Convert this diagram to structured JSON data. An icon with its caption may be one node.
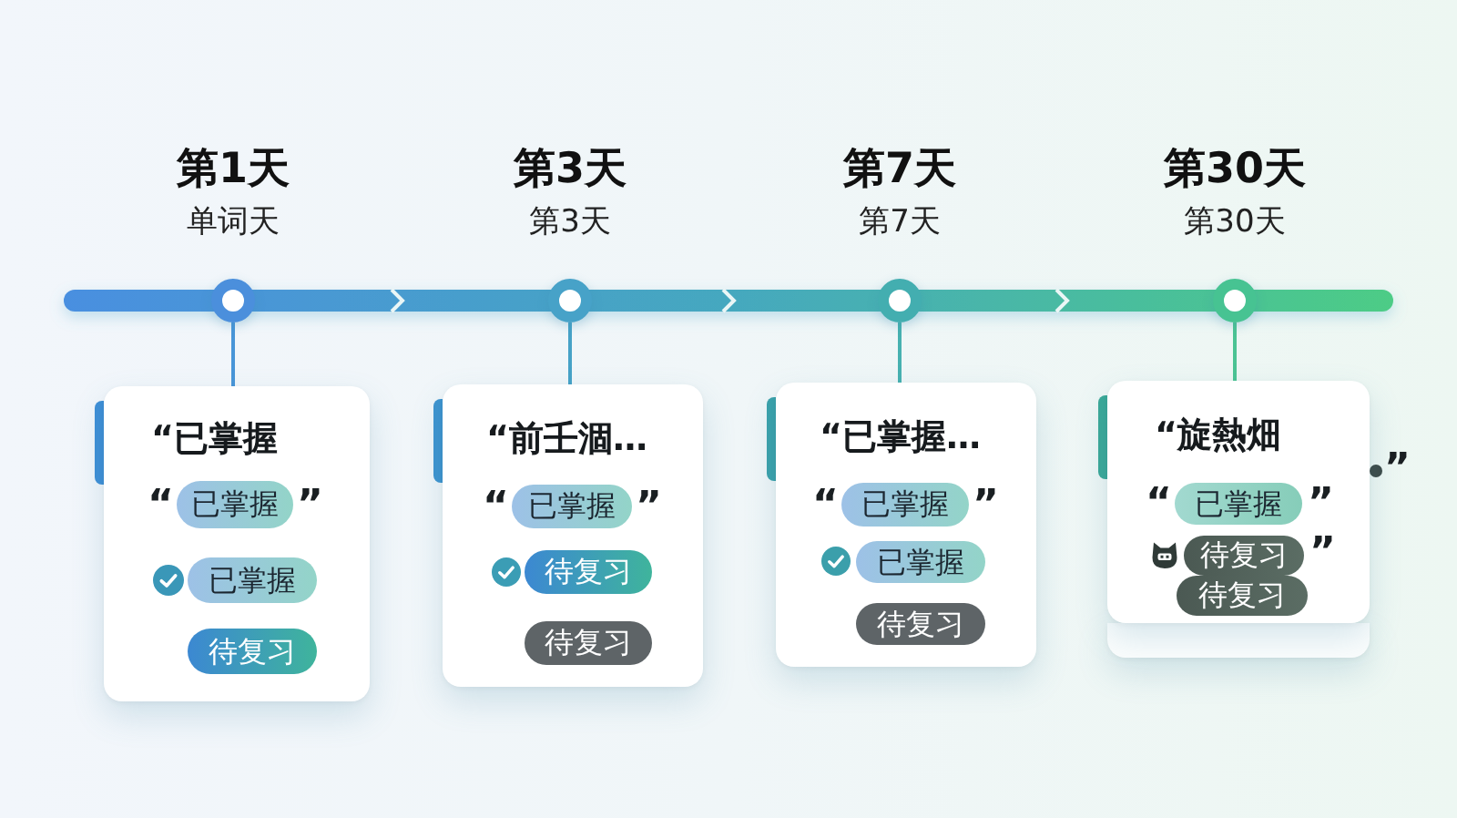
{
  "diagram": {
    "nodes": [
      {
        "text": [],
        "shape": "circle",
        "beside": [
          "第1天",
          "单词天"
        ]
      },
      {
        "text": [
          "“已掌握"
        ]
      },
      {
        "text": [
          "已掌握"
        ],
        "in": 1,
        "beside": [
          "“",
          "”"
        ]
      },
      {
        "text": [
          "已掌握"
        ],
        "in": 1
      },
      {
        "text": [
          "待复习"
        ],
        "in": 1
      },
      {
        "text": [],
        "shape": "circle",
        "beside": [
          "第3天",
          "第3天"
        ]
      },
      {
        "text": [
          "“前壬涸…"
        ]
      },
      {
        "text": [
          "已掌握"
        ],
        "in": 6,
        "beside": [
          "“",
          "”"
        ]
      },
      {
        "text": [
          "待复习"
        ],
        "in": 6
      },
      {
        "text": [
          "待复习"
        ],
        "in": 6
      },
      {
        "text": [],
        "shape": "circle",
        "beside": [
          "第7天",
          "第7天"
        ]
      },
      {
        "text": [
          "“已掌握…"
        ]
      },
      {
        "text": [
          "已掌握"
        ],
        "in": 11,
        "beside": [
          "“",
          "”"
        ]
      },
      {
        "text": [
          "已掌握"
        ],
        "in": 11
      },
      {
        "text": [
          "待复习"
        ],
        "in": 11
      },
      {
        "text": [],
        "shape": "circle",
        "beside": [
          "第30天",
          "第30天"
        ]
      },
      {
        "text": [
          "“旋熱畑"
        ]
      },
      {
        "text": [
          "已掌握"
        ],
        "in": 16,
        "beside": [
          "“",
          "”"
        ]
      },
      {
        "text": [
          "待复习"
        ],
        "in": 16,
        "beside": [
          "”"
        ]
      },
      {
        "text": [
          "待复习"
        ],
        "in": 16
      },
      {
        "text": [],
        "shape": "box"
      }
    ],
    "edges": [
      {
        "from": 0,
        "to": 1,
        "arrow": "none"
      },
      {
        "from": 5,
        "to": 6,
        "arrow": "none"
      },
      {
        "from": 10,
        "to": 11,
        "arrow": "none"
      },
      {
        "from": 15,
        "to": 16,
        "arrow": "none"
      }
    ],
    "labels": [
      "”"
    ]
  }
}
